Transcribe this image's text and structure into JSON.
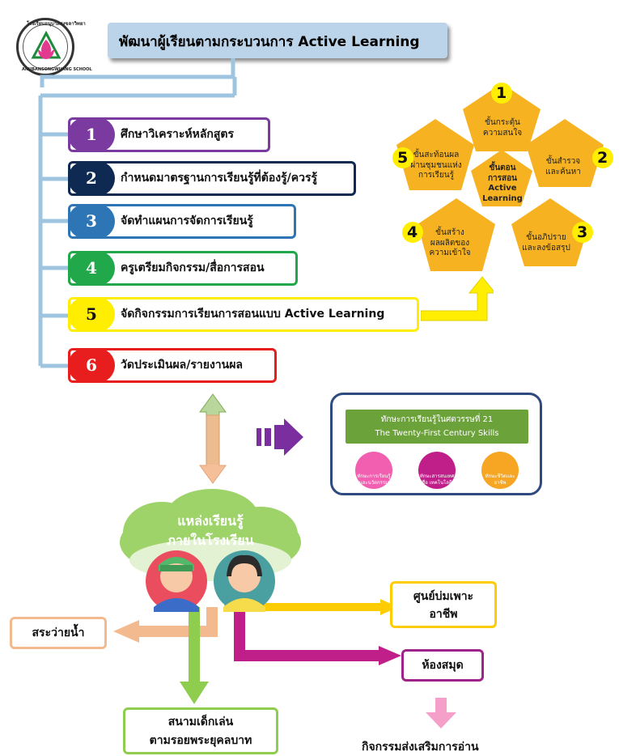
{
  "header": {
    "title": "พัฒนาผู้เรียนตามกระบวนการ Active Learning",
    "logo_top_text": "โรงเรียนอนุบาลสงขลาวิทยา",
    "logo_bottom_text": "ANUBANSONGWUANG SCHOOL"
  },
  "steps": [
    {
      "num": "1",
      "label": "ศึกษาวิเคราะห์หลักสูตร",
      "color": "#7a3aa0"
    },
    {
      "num": "2",
      "label": "กำหนดมาตรฐานการเรียนรู้ที่ต้องรู้/ควรรู้",
      "color": "#0f2a52"
    },
    {
      "num": "3",
      "label": "จัดทำแผนการจัดการเรียนรู้",
      "color": "#2e75b6"
    },
    {
      "num": "4",
      "label": "ครูเตรียมกิจกรรม/สื่อการสอน",
      "color": "#21a84a"
    },
    {
      "num": "5",
      "label": "จัดกิจกรรมการเรียนการสอนแบบ  Active Learning",
      "color": "#ffee00"
    },
    {
      "num": "6",
      "label": "วัดประเมินผล/รายงานผล",
      "color": "#e81e1e"
    }
  ],
  "cycle": {
    "center": "ขั้นตอน\nการสอน\nActive Learning",
    "steps": [
      {
        "num": "1",
        "label": "ขั้นกระตุ้น\nความสนใจ"
      },
      {
        "num": "2",
        "label": "ขั้นสำรวจ\nและค้นหา"
      },
      {
        "num": "3",
        "label": "ขั้นอภิปราย\nและลงข้อสรุป"
      },
      {
        "num": "4",
        "label": "ขั้นสร้าง\nผลผลิตของ\nความเข้าใจ"
      },
      {
        "num": "5",
        "label": "ขั้นสะท้อนผล\nผ่านชุมชนแห่ง\nการเรียนรู้"
      }
    ]
  },
  "skills": {
    "title_th": "ทักษะการเรียนรู้ในศตวรรษที่ 21",
    "title_en": "The Twenty-First Century Skills",
    "items": [
      {
        "label": "ทักษะการเรียนรู้และนวัตกรรม",
        "color": "#f25fb0"
      },
      {
        "label": "ทักษะสารสนเทศ สื่อ เทคโนโลยี",
        "color": "#c01f8a"
      },
      {
        "label": "ทักษะชีวิตและอาชีพ",
        "color": "#f6a623"
      }
    ]
  },
  "sources": {
    "cloud_title": "แหล่งเรียนรู้\nภายในโรงเรียน",
    "career_center": "ศูนย์บ่มเพาะ\nอาชีพ",
    "pool": "สระว่ายน้ำ",
    "library": "ห้องสมุด",
    "playground": "สนามเด็กเล่น\nตามรอยพระยุคลบาท",
    "reading": "กิจกรรมส่งเสริมการอ่าน"
  }
}
